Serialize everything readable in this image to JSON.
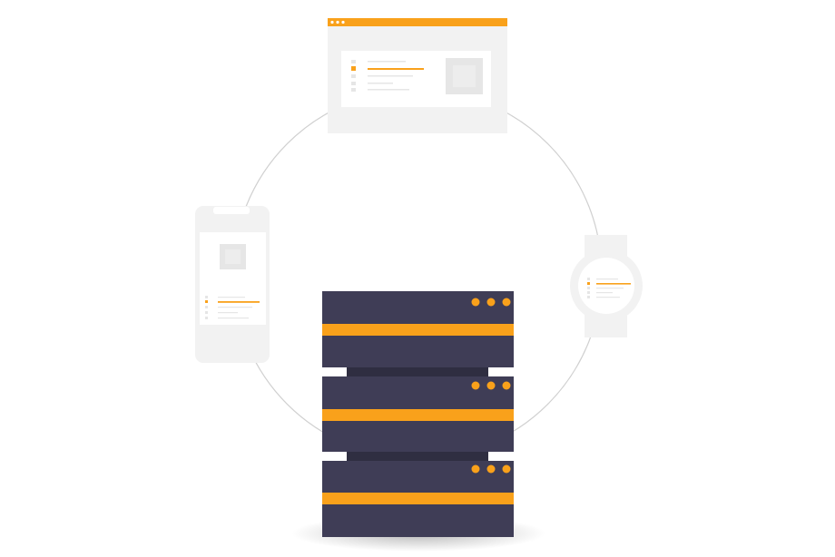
{
  "scene": {
    "subject": "server-sync-illustration",
    "devices": [
      {
        "kind": "browser-window",
        "icon": "browser-icon"
      },
      {
        "kind": "smartphone",
        "icon": "phone-icon"
      },
      {
        "kind": "smartwatch",
        "icon": "watch-icon"
      },
      {
        "kind": "server-rack",
        "icon": "server-icon",
        "units": 3,
        "leds_per_unit": 3
      }
    ]
  },
  "colors": {
    "accent": "#f9a11b",
    "server_body": "#3f3d56",
    "server_gap": "#2f2e41",
    "device_frame": "#f2f2f2",
    "device_screen": "#ffffff",
    "placeholder": "#e6e6e6",
    "line_light": "#e6e6e6",
    "ring": "#d0d0d0"
  }
}
